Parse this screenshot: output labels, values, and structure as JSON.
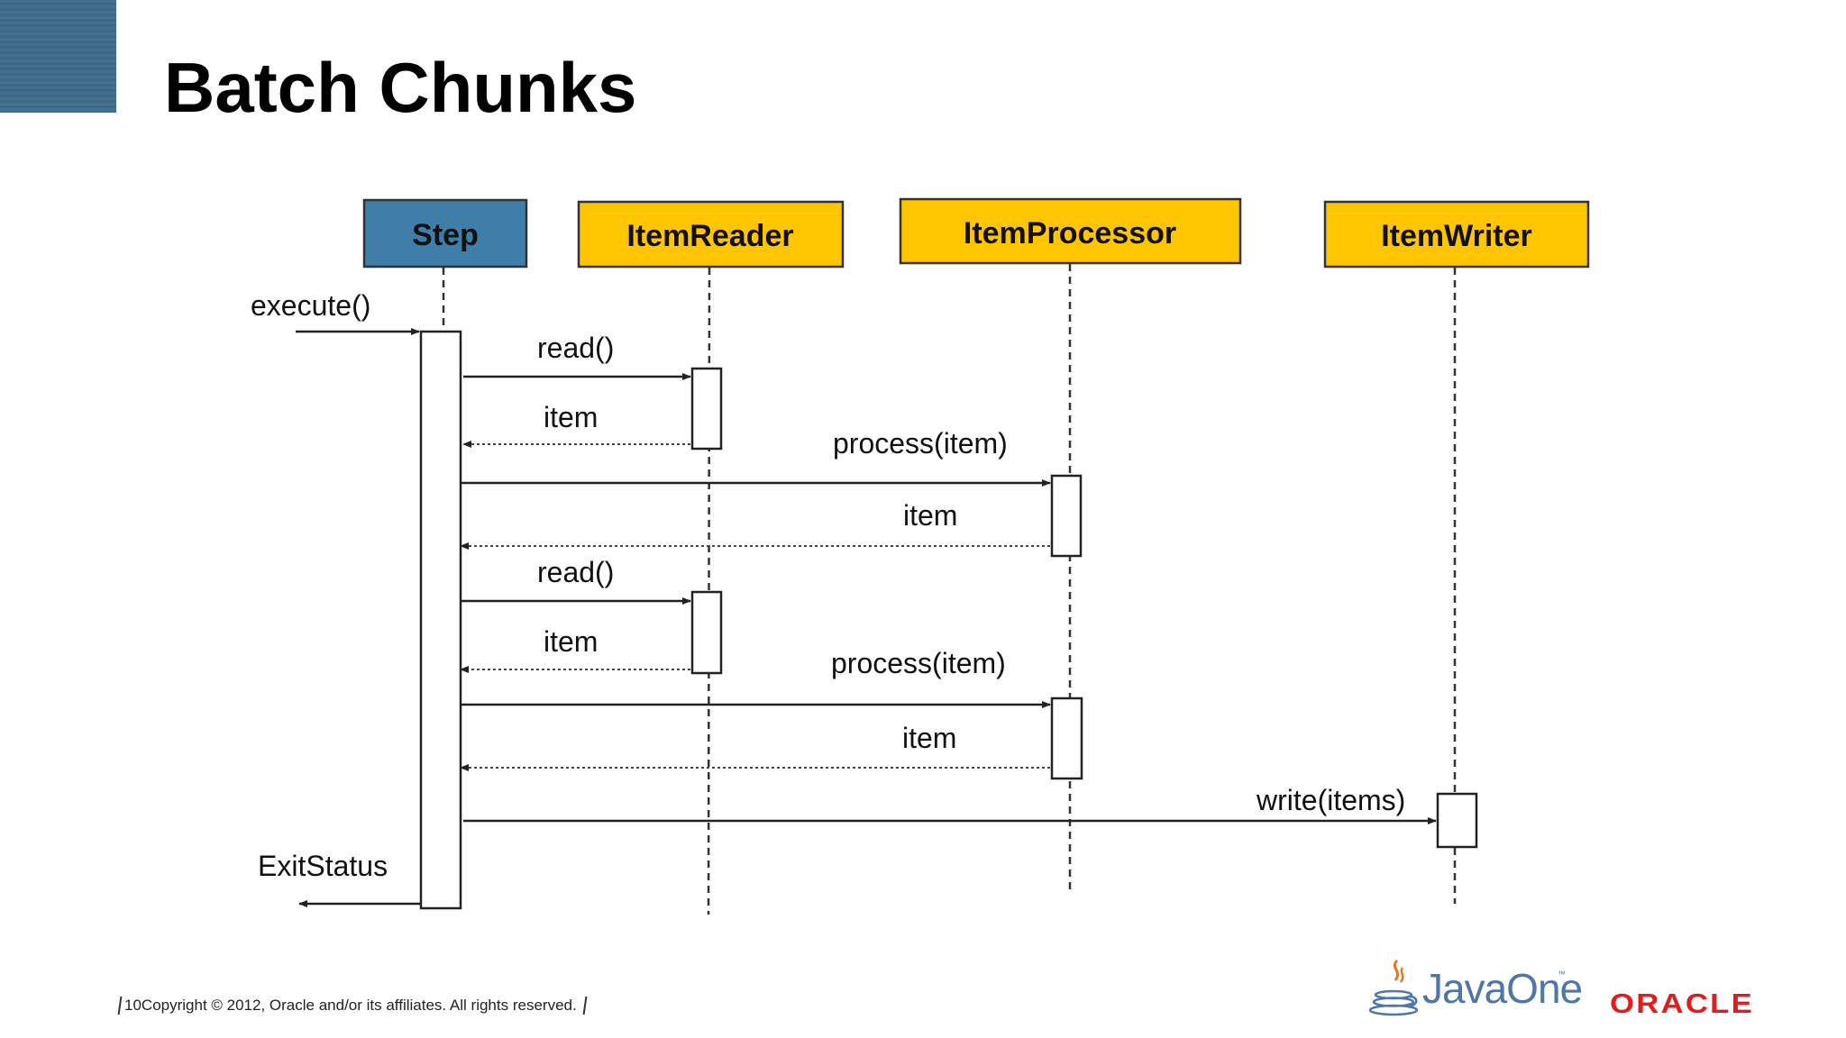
{
  "slide": {
    "title": "Batch Chunks",
    "footer": {
      "page_number": "10",
      "copyright": "Copyright © 2012, Oracle and/or its affiliates. All rights reserved."
    },
    "logos": {
      "javaone": "JavaOne",
      "javaone_mark": "™",
      "oracle": "ORACLE"
    }
  },
  "diagram": {
    "type": "sequence",
    "participants": [
      {
        "id": "step",
        "label": "Step",
        "color": "#3f7ea8"
      },
      {
        "id": "reader",
        "label": "ItemReader",
        "color": "#ffc500"
      },
      {
        "id": "processor",
        "label": "ItemProcessor",
        "color": "#ffc500"
      },
      {
        "id": "writer",
        "label": "ItemWriter",
        "color": "#ffc500"
      }
    ],
    "messages": [
      {
        "label": "execute()",
        "from": "external",
        "to": "step",
        "kind": "call"
      },
      {
        "label": "read()",
        "from": "step",
        "to": "reader",
        "kind": "call"
      },
      {
        "label": "item",
        "from": "reader",
        "to": "step",
        "kind": "return"
      },
      {
        "label": "process(item)",
        "from": "step",
        "to": "processor",
        "kind": "call"
      },
      {
        "label": "item",
        "from": "processor",
        "to": "step",
        "kind": "return"
      },
      {
        "label": "read()",
        "from": "step",
        "to": "reader",
        "kind": "call"
      },
      {
        "label": "item",
        "from": "reader",
        "to": "step",
        "kind": "return"
      },
      {
        "label": "process(item)",
        "from": "step",
        "to": "processor",
        "kind": "call"
      },
      {
        "label": "item",
        "from": "processor",
        "to": "step",
        "kind": "return"
      },
      {
        "label": "write(items)",
        "from": "step",
        "to": "writer",
        "kind": "call"
      },
      {
        "label": "ExitStatus",
        "from": "step",
        "to": "external",
        "kind": "return"
      }
    ]
  },
  "colors": {
    "step": "#3f7ea8",
    "component": "#ffc500",
    "javaone": "#4f76a8",
    "oracle": "#e21c1c"
  }
}
